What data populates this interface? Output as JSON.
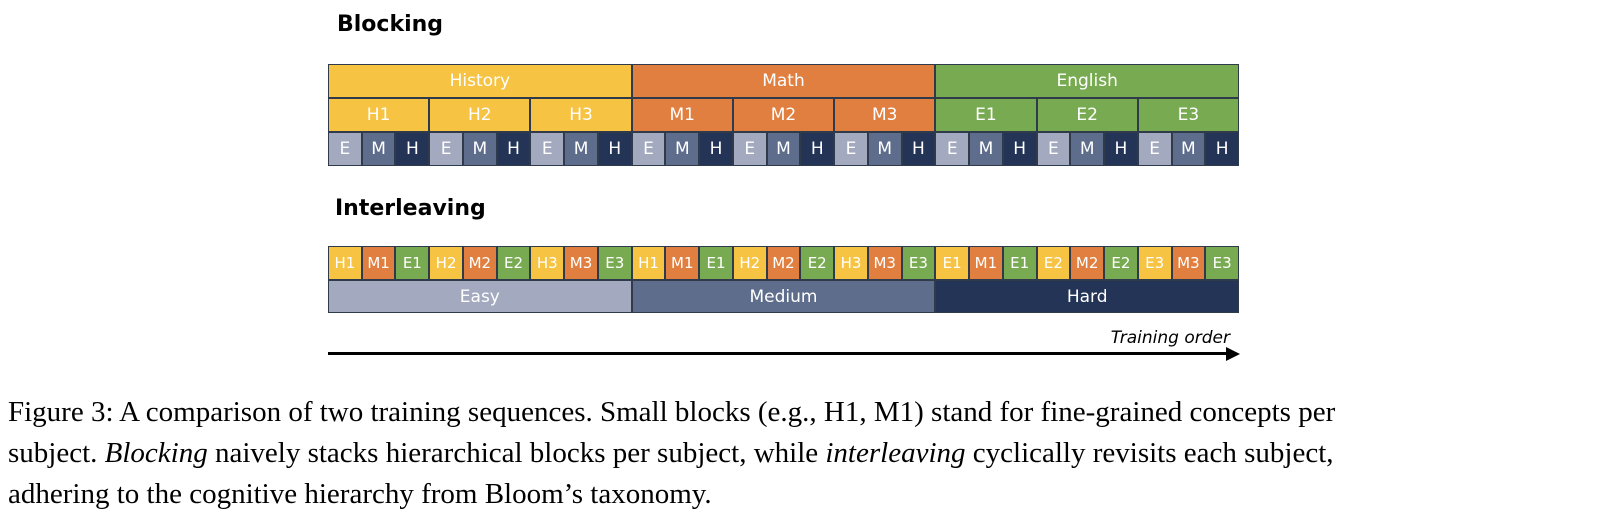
{
  "blocking": {
    "title": "Blocking",
    "subjects": [
      {
        "label": "History",
        "color": "#f6c343",
        "concepts": [
          "H1",
          "H2",
          "H3"
        ]
      },
      {
        "label": "Math",
        "color": "#e07f3f",
        "concepts": [
          "M1",
          "M2",
          "M3"
        ]
      },
      {
        "label": "English",
        "color": "#78ab51",
        "concepts": [
          "E1",
          "E2",
          "E3"
        ]
      }
    ],
    "levels": [
      "E",
      "M",
      "H"
    ],
    "level_colors": [
      "#a3a9be",
      "#5e6d8c",
      "#233457"
    ]
  },
  "interleaving": {
    "title": "Interleaving",
    "sequence": [
      "H1",
      "M1",
      "E1",
      "H2",
      "M2",
      "E2",
      "H3",
      "M3",
      "E3",
      "H1",
      "M1",
      "E1",
      "H2",
      "M2",
      "E2",
      "H3",
      "M3",
      "E3",
      "E1",
      "M1",
      "E1",
      "E2",
      "M2",
      "E2",
      "E3",
      "M3",
      "E3"
    ],
    "sequence_colors": [
      "#f6c343",
      "#e07f3f",
      "#78ab51",
      "#f6c343",
      "#e07f3f",
      "#78ab51",
      "#f6c343",
      "#e07f3f",
      "#78ab51",
      "#f6c343",
      "#e07f3f",
      "#78ab51",
      "#f6c343",
      "#e07f3f",
      "#78ab51",
      "#f6c343",
      "#e07f3f",
      "#78ab51",
      "#f6c343",
      "#e07f3f",
      "#78ab51",
      "#f6c343",
      "#e07f3f",
      "#78ab51",
      "#f6c343",
      "#e07f3f",
      "#78ab51"
    ],
    "difficulty": [
      {
        "label": "Easy",
        "color": "#a3a9be"
      },
      {
        "label": "Medium",
        "color": "#5e6d8c"
      },
      {
        "label": "Hard",
        "color": "#233457"
      }
    ]
  },
  "arrow": {
    "label": "Training order"
  },
  "caption": {
    "line1": "Figure 3: A comparison of two training sequences. Small blocks (e.g., H1, M1) stand for fine-grained concepts per",
    "line2_a": "subject. ",
    "line2_em1": "Blocking",
    "line2_b": " naively stacks hierarchical blocks per subject, while ",
    "line2_em2": "interleaving",
    "line2_c": " cyclically revisits each subject,",
    "line3": "adhering to the cognitive hierarchy from Bloom’s taxonomy."
  }
}
